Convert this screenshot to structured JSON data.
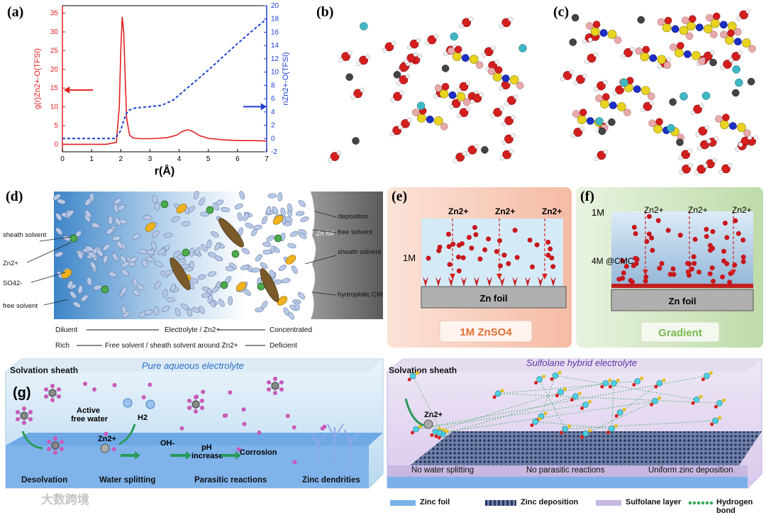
{
  "panels": {
    "a": {
      "label": "(a)",
      "ylabel_left": "g(r)Zn2+-O(TFSI)",
      "ylabel_right": "nZn2+-O(TFSI)",
      "xlabel": "r(Å)",
      "left_color": "#e02020",
      "right_color": "#1a3fd0"
    },
    "b": {
      "label": "(b)"
    },
    "c": {
      "label": "(c)"
    },
    "d": {
      "label": "(d)",
      "left_labels": [
        "sheath solvent",
        "Zn2+",
        "SO42-",
        "free solvent"
      ],
      "right_labels": [
        "deposition",
        "free solvent",
        "sheath solvent",
        "hydrophilic CMC"
      ],
      "foil_label": "Zn foil",
      "axis1": {
        "left": "Diluent",
        "center": "Electrolyte / Zn2+",
        "right": "Concentrated"
      },
      "axis2": {
        "left": "Rich",
        "center": "Free solvent / sheath solvent around Zn2+",
        "right": "Deficient"
      }
    },
    "e": {
      "label": "(e)",
      "ions": [
        "Zn2+",
        "Zn2+",
        "Zn2+"
      ],
      "conc": "1M",
      "foil": "Zn foil",
      "caption": "1M ZnSO4",
      "bg_color": "#f7c9b4"
    },
    "f": {
      "label": "(f)",
      "ions": [
        "Zn2+",
        "Zn2+",
        "Zn2+"
      ],
      "conc_top": "1M",
      "conc_bottom": "4M @CMC",
      "foil": "Zn foil",
      "caption": "Gradient",
      "bg_color": "#c9e3b8"
    },
    "g": {
      "label": "(g)",
      "left": {
        "title": "Pure aqueous electrolyte",
        "sheath": "Solvation sheath",
        "active_water": "Active free water",
        "h2": "H2",
        "zn": "Zn2+",
        "oh": "OH-",
        "ph": "pH increase",
        "corrosion": "Corrosion",
        "steps": [
          "Desolvation",
          "Water splitting",
          "Parasitic reactions",
          "Zinc dendrities"
        ]
      },
      "right": {
        "title": "Sulfolane hybrid electrolyte",
        "sheath": "Solvation sheath",
        "zn": "Zn2+",
        "steps": [
          "No water splitting",
          "No parasitic reactions",
          "Uniform zinc deposition"
        ]
      },
      "legend": [
        "Zinc foil",
        "Zinc deposition",
        "Sulfolane layer",
        "Hydrogen bond"
      ]
    }
  },
  "watermark": "大数跨境",
  "chart_data": {
    "type": "line",
    "title": "",
    "xlabel": "r(Å)",
    "ylabel": "g(r)Zn2+-O(TFSI)",
    "ylabel_right": "nZn2+-O(TFSI)",
    "xlim": [
      0,
      7
    ],
    "ylim": [
      -2,
      37
    ],
    "ylim_right": [
      -2,
      20
    ],
    "xticks": [
      0,
      1,
      2,
      3,
      4,
      5,
      6,
      7
    ],
    "yticks": [
      0,
      5,
      10,
      15,
      20,
      25,
      30,
      35
    ],
    "yticks_right": [
      -2,
      0,
      2,
      4,
      6,
      8,
      10,
      12,
      14,
      16,
      18,
      20
    ],
    "series": [
      {
        "axis": "left",
        "style": "solid",
        "color": "#e02020",
        "x": [
          0,
          1.5,
          1.85,
          1.95,
          2.0,
          2.05,
          2.1,
          2.15,
          2.2,
          2.3,
          2.4,
          2.5,
          2.7,
          3.0,
          3.3,
          3.6,
          3.9,
          4.1,
          4.3,
          4.5,
          4.7,
          5.0,
          5.5,
          6.0,
          6.5,
          7.0
        ],
        "y": [
          0,
          0,
          0.5,
          10,
          25,
          34,
          30,
          18,
          7,
          2.5,
          1.8,
          1.6,
          1.5,
          1.5,
          1.6,
          1.8,
          2.4,
          3.4,
          3.9,
          3.3,
          2.3,
          1.6,
          1.2,
          1.0,
          1.0,
          0.9
        ]
      },
      {
        "axis": "right",
        "style": "dashed",
        "color": "#1a3fd0",
        "x": [
          0,
          1.8,
          2.0,
          2.1,
          2.2,
          2.3,
          2.5,
          3.0,
          3.4,
          3.8,
          4.2,
          4.6,
          5.0,
          5.5,
          6.0,
          6.5,
          7.0
        ],
        "y": [
          0,
          0,
          1.2,
          2.8,
          3.8,
          4.3,
          4.6,
          4.8,
          5.0,
          5.8,
          7.3,
          8.8,
          10.3,
          12.3,
          14.3,
          16.2,
          18.0
        ]
      }
    ]
  }
}
